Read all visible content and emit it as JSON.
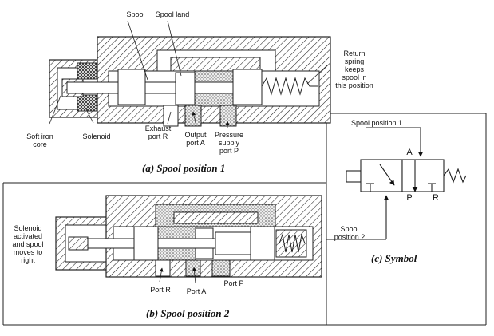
{
  "panel_a": {
    "caption": "(a) Spool position 1",
    "labels": {
      "spool": "Spool",
      "spool_land": "Spool land",
      "return_spring": "Return\nspring\nkeeps\nspool in\nthis position",
      "soft_iron_core": "Soft iron\ncore",
      "solenoid": "Solenoid",
      "exhaust_port": "Exhaust\nport R",
      "output_port": "Output\nport A",
      "pressure_port": "Pressure\nsupply\nport P"
    }
  },
  "panel_b": {
    "caption": "(b) Spool position 2",
    "labels": {
      "solenoid_activated": "Solenoid\nactivated\nand spool\nmoves to\nright",
      "port_r": "Port R",
      "port_a": "Port A",
      "port_p": "Port P"
    }
  },
  "panel_c": {
    "caption": "(c) Symbol",
    "labels": {
      "spool_position_1": "Spool position 1",
      "spool_position_2": "Spool\nposition 2",
      "port_a": "A",
      "port_p": "P",
      "port_r": "R"
    }
  }
}
